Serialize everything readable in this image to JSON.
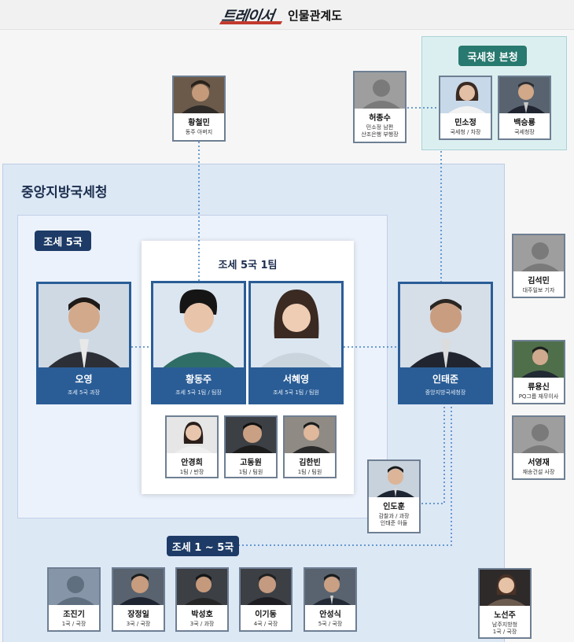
{
  "header": {
    "logo": "트레이서",
    "title": "인물관계도"
  },
  "groups": {
    "nts_hq": "국세청 본청",
    "central": "중앙지방국세청",
    "tax5": "조세 5국",
    "team1": "조세 5국 1팀",
    "tax1to5": "조세 1 ~ 5국"
  },
  "people": {
    "hwang_chulmin": {
      "name": "황철민",
      "role": "동주 아버지"
    },
    "heo_jongsu": {
      "name": "허종수",
      "role1": "민소정 남편",
      "role2": "산조은행 부행장"
    },
    "min_sojeong": {
      "name": "민소정",
      "role": "국세청 / 차장"
    },
    "baek_seungryong": {
      "name": "백승룡",
      "role": "국세청장"
    },
    "oh_young": {
      "name": "오영",
      "role": "조세 5국 과장"
    },
    "hwang_dongju": {
      "name": "황동주",
      "role": "조세 5국 1팀 / 팀장"
    },
    "seo_hyeyoung": {
      "name": "서혜영",
      "role": "조세 5국 1팀 / 팀원"
    },
    "in_taejun": {
      "name": "인태준",
      "role": "중앙지방국세청장"
    },
    "kim_seokmin": {
      "name": "김석민",
      "role": "대주일보 기자"
    },
    "ryu_yongsin": {
      "name": "류용신",
      "role": "PQ그룹 재무이사"
    },
    "seo_youngjae": {
      "name": "서영재",
      "role": "재송건설 사장"
    },
    "ahn_kyunghee": {
      "name": "안경희",
      "role": "1팀 / 반장"
    },
    "go_dongwon": {
      "name": "고동원",
      "role": "1팀 / 팀원"
    },
    "kim_hanbin": {
      "name": "김한빈",
      "role": "1팀 / 팀원"
    },
    "in_dohun": {
      "name": "인도훈",
      "role1": "감찰과 / 과장",
      "role2": "인태준 아들"
    },
    "jo_jingi": {
      "name": "조진기",
      "role": "1국 / 국장"
    },
    "jang_jeongil": {
      "name": "장정일",
      "role": "3국 / 국장"
    },
    "park_sungho": {
      "name": "박성호",
      "role": "3국 / 과장"
    },
    "lee_gidong": {
      "name": "이기동",
      "role": "4국 / 국장"
    },
    "ahn_seongsik": {
      "name": "안성식",
      "role": "5국 / 국장"
    },
    "no_seonju": {
      "name": "노선주",
      "role1": "남주지방청",
      "role2": "1국 / 국장"
    }
  },
  "colors": {
    "navy": "#1d3b66",
    "card_blue": "#2a5d96",
    "teal": "#28796f",
    "dotted_line": "#3f7fc4"
  }
}
